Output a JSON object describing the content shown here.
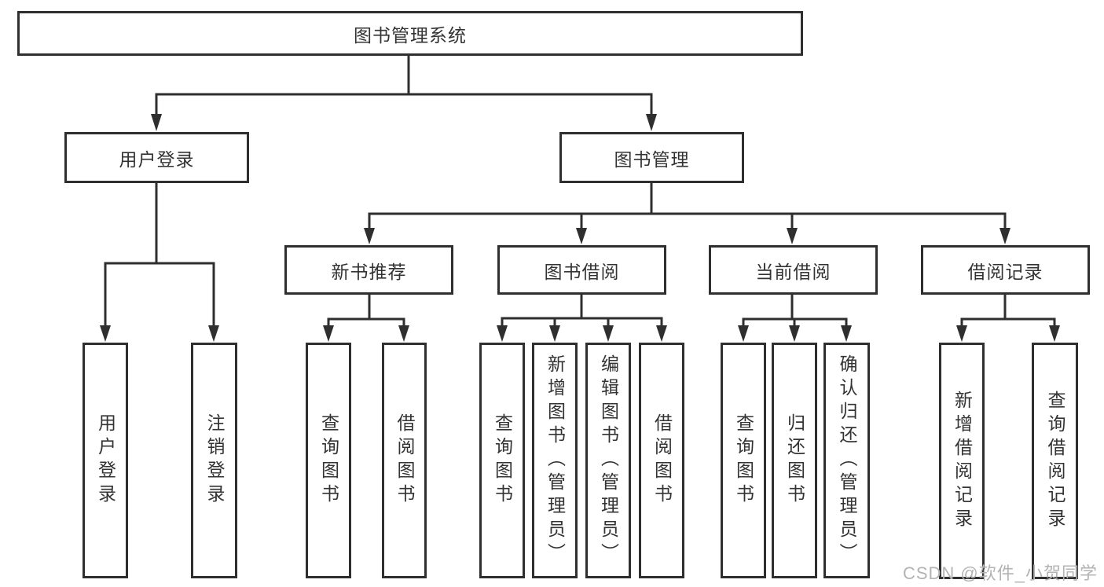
{
  "diagram": {
    "root": "图书管理系统",
    "level2": {
      "user_login": "用户登录",
      "book_management": "图书管理"
    },
    "level3": {
      "new_book_recommend": "新书推荐",
      "book_borrowing": "图书借阅",
      "current_borrowing": "当前借阅",
      "borrowing_records": "借阅记录"
    },
    "level4": {
      "user_login_children": [
        "用户登录",
        "注销登录"
      ],
      "new_book_recommend_children": [
        "查询图书",
        "借阅图书"
      ],
      "book_borrowing_children": [
        "查询图书",
        "新增图书（管理员）",
        "编辑图书（管理员）",
        "借阅图书"
      ],
      "current_borrowing_children": [
        "查询图书",
        "归还图书",
        "确认归还（管理员）"
      ],
      "borrowing_records_children": [
        "新增借阅记录",
        "查询借阅记录"
      ]
    }
  },
  "watermark": "CSDN @软件_小贺同学",
  "colors": {
    "line": "#2f2f2f",
    "text": "#333333",
    "watermark": "#b3b3b3",
    "background": "#ffffff"
  }
}
